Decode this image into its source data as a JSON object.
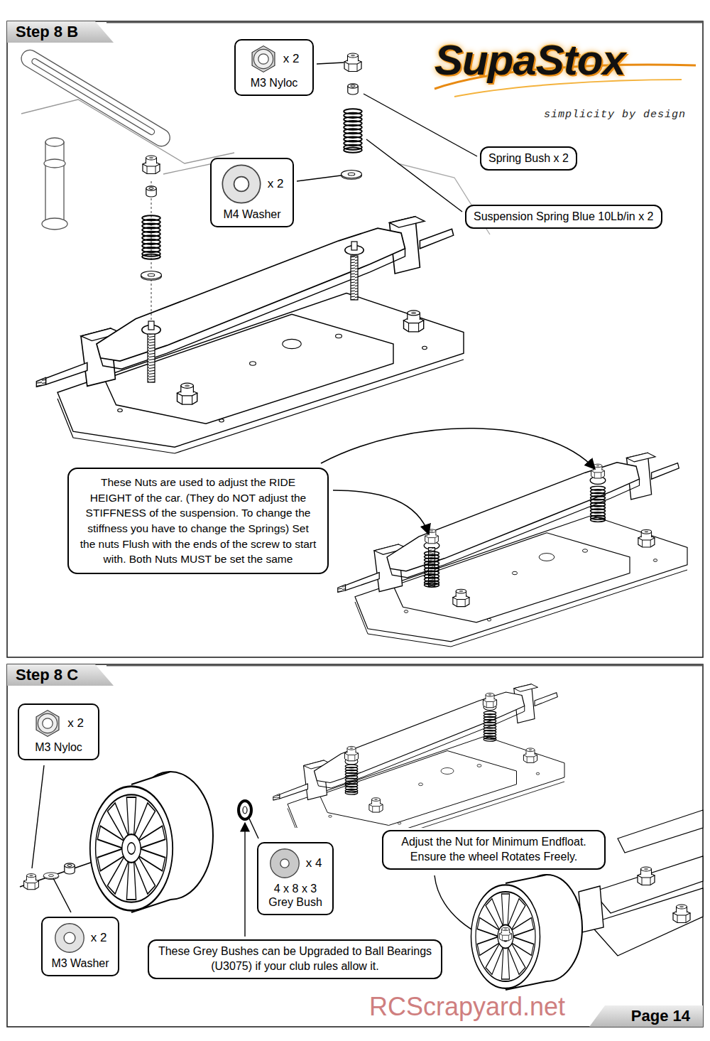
{
  "diagram": {
    "nodes": [
      {
        "text": [
          "Step 8 B"
        ]
      },
      {
        "text": [
          "x 2",
          "M3 Nyloc"
        ]
      },
      {
        "text": [
          "Spring Bush x 2"
        ]
      },
      {
        "text": [
          "x 2",
          "M4 Washer"
        ]
      },
      {
        "text": [
          "Suspension Spring Blue 10Lb/in x 2"
        ]
      },
      {
        "text": [
          "These Nuts are used to adjust the RIDE HEIGHT of the car. (They do NOT adjust the STIFFNESS of the suspension. To change the stiffness you have to change the Springs) Set the nuts Flush with the ends of the screw to start with. Both Nuts MUST be set the same"
        ]
      },
      {
        "text": [
          "Step 8 C"
        ]
      },
      {
        "text": [
          "x 2",
          "M3 Nyloc"
        ]
      },
      {
        "text": [
          "x 4",
          "4 x 8 x 3 Grey Bush"
        ]
      },
      {
        "text": [
          "Adjust the Nut for Minimum Endfloat. Ensure the wheel Rotates Freely."
        ]
      },
      {
        "text": [
          "x 2",
          "M3 Washer"
        ]
      },
      {
        "text": [
          "These Grey Bushes can be Upgraded to Ball Bearings (U3075) if your club rules allow it."
        ]
      },
      {
        "text": [
          "Page 14"
        ]
      }
    ],
    "labels": [
      "SupaStox",
      "simplicity by design",
      "RCScrapyard.net"
    ]
  }
}
